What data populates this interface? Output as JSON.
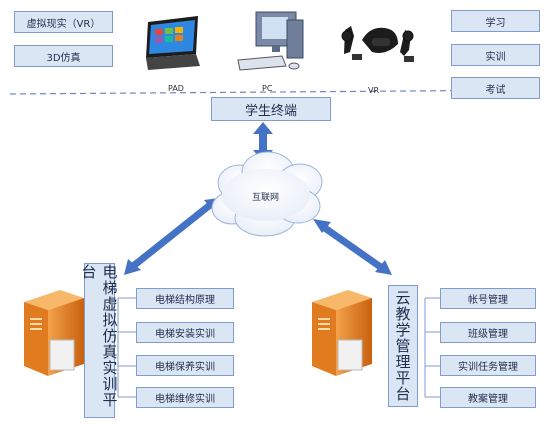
{
  "left_tags": [
    "虚拟现实（VR）",
    "3D仿真"
  ],
  "devices": [
    "PAD",
    "PC",
    "VR"
  ],
  "right_tags": [
    "学习",
    "实训",
    "考试"
  ],
  "student_terminal": "学生终端",
  "internet": "互联网",
  "left_platform": {
    "title": "电梯虚拟仿真实训平台",
    "items": [
      "电梯结构原理",
      "电梯安装实训",
      "电梯保养实训",
      "电梯维修实训"
    ]
  },
  "right_platform": {
    "title": "云教学管理平台",
    "items": [
      "帐号管理",
      "班级管理",
      "实训任务管理",
      "教案管理"
    ]
  },
  "colors": {
    "box_fill": "#dbe6f4",
    "box_border": "#7f9ccd",
    "arrow": "#4472c4",
    "server": "#d9731a"
  }
}
